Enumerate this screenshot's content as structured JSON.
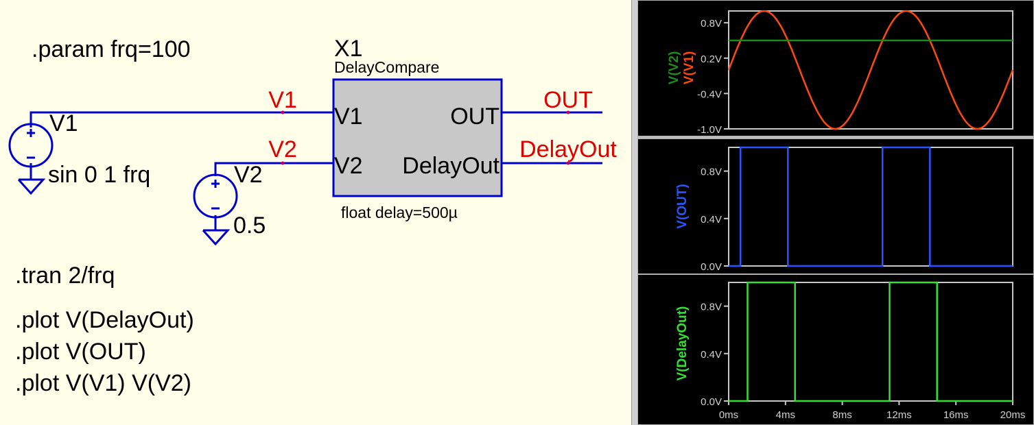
{
  "schematic": {
    "param_text": ".param frq=100",
    "tran_text": ".tran 2/frq",
    "plot_lines": [
      ".plot V(DelayOut)",
      ".plot V(OUT)",
      ".plot V(V1) V(V2)"
    ],
    "subckt_ref": "X1",
    "subckt_name": "DelayCompare",
    "subckt_param": "float delay=500µ",
    "port_v1": "V1",
    "port_v2": "V2",
    "port_out": "OUT",
    "port_delayout": "DelayOut",
    "source1_name": "V1",
    "source1_value": "sin 0 1 frq",
    "source2_name": "V2",
    "source2_value": "0.5",
    "net_labels": [
      "V1",
      "V2",
      "OUT",
      "DelayOut"
    ]
  },
  "colors": {
    "schematic_bg": "#fffee8",
    "wire": "#0000cc",
    "net_label": "#e00000",
    "component_fill": "#c8c8c8",
    "trace_v1": "#ff4a0c",
    "trace_v2": "#1f8a1f",
    "trace_out": "#2855ff",
    "trace_delayout": "#33e033",
    "axis": "#c8c8c8"
  },
  "chart_data": [
    {
      "type": "line",
      "ylabel_series": [
        "V(V2)",
        "V(V1)"
      ],
      "yticks": [
        "0.8V",
        "0.2V",
        "-0.4V",
        "-1.0V"
      ],
      "ylim": [
        -1.0,
        1.0
      ],
      "xlim": [
        0,
        20
      ],
      "series": [
        {
          "name": "V(V1)",
          "x": [
            0,
            2.5,
            5,
            7.5,
            10,
            12.5,
            15,
            17.5,
            20
          ],
          "values": [
            0,
            1,
            0,
            -1,
            0,
            1,
            0,
            -1,
            0
          ]
        },
        {
          "name": "V(V2)",
          "x": [
            0,
            20
          ],
          "values": [
            0.5,
            0.5
          ]
        }
      ]
    },
    {
      "type": "line",
      "ylabel_series": [
        "V(OUT)"
      ],
      "yticks": [
        "0.8V",
        "0.4V",
        "0.0V"
      ],
      "ylim": [
        0,
        1.0
      ],
      "xlim": [
        0,
        20
      ],
      "series": [
        {
          "name": "V(OUT)",
          "x": [
            0,
            0.83,
            0.83,
            4.17,
            4.17,
            10.83,
            10.83,
            14.17,
            14.17,
            20
          ],
          "values": [
            0,
            0,
            1,
            1,
            0,
            0,
            1,
            1,
            0,
            0
          ]
        }
      ]
    },
    {
      "type": "line",
      "ylabel_series": [
        "V(DelayOut)"
      ],
      "yticks": [
        "0.8V",
        "0.4V",
        "0.0V"
      ],
      "xticks": [
        "0ms",
        "4ms",
        "8ms",
        "12ms",
        "16ms",
        "20ms"
      ],
      "ylim": [
        0,
        1.0
      ],
      "xlim": [
        0,
        20
      ],
      "series": [
        {
          "name": "V(DelayOut)",
          "x": [
            0,
            1.33,
            1.33,
            4.67,
            4.67,
            11.33,
            11.33,
            14.67,
            14.67,
            20
          ],
          "values": [
            0,
            0,
            1,
            1,
            0,
            0,
            1,
            1,
            0,
            0
          ]
        }
      ]
    }
  ]
}
